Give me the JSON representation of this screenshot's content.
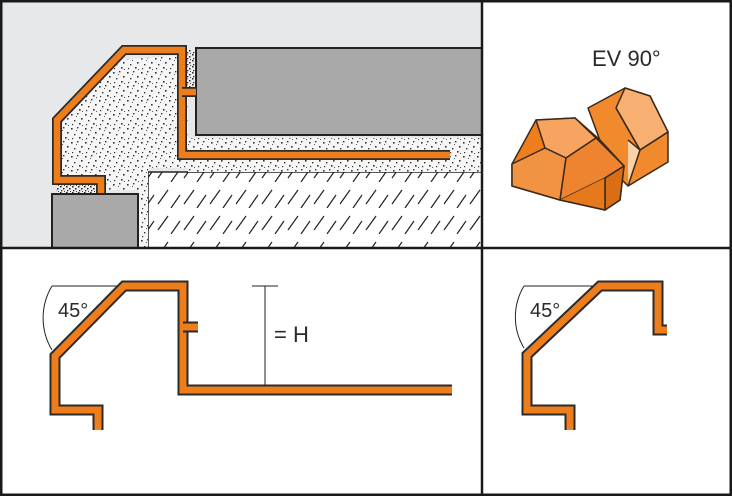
{
  "labels": {
    "product_name": "EV 90°",
    "angle_main": "45°",
    "angle_corner": "45°",
    "height": "= H"
  },
  "colors": {
    "profile_orange": "#ee7d1c",
    "profile_outline": "#2b2b2b",
    "tile_grey": "#a9a9a9",
    "wall_grey": "#e6e8ea",
    "mortar_fill": "#f4f4f4",
    "grid_lines": "#1a1a1a"
  }
}
